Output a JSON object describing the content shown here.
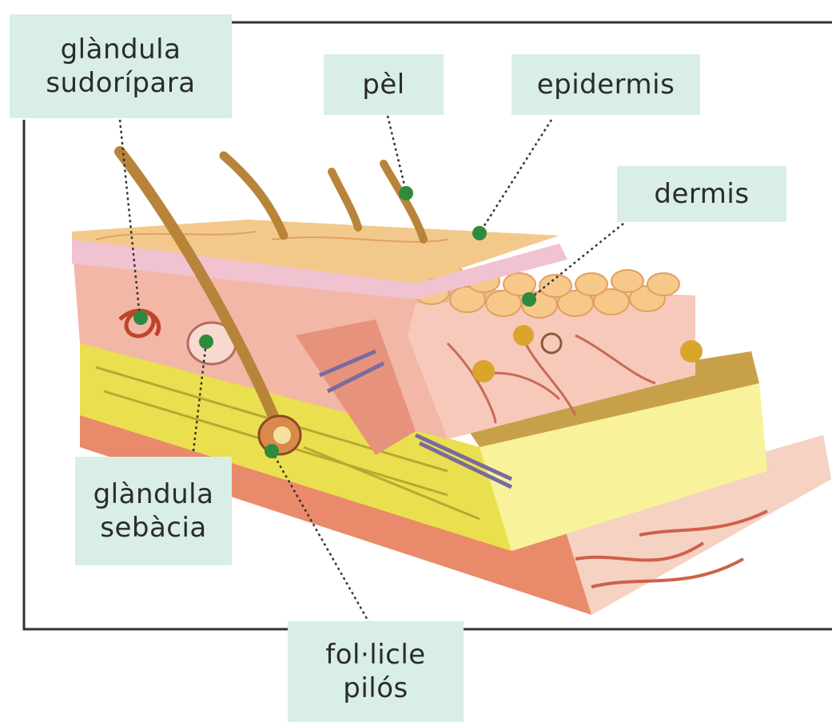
{
  "labels": {
    "sweat_gland": {
      "line1": "glàndula",
      "line2": "sudorípara"
    },
    "hair": {
      "line1": "pèl"
    },
    "epidermis": {
      "line1": "epidermis"
    },
    "dermis": {
      "line1": "dermis"
    },
    "sebaceous_gland": {
      "line1": "glàndula",
      "line2": "sebàcia"
    },
    "hair_follicle": {
      "line1": "fol·licle",
      "line2": "pilós"
    }
  },
  "colors": {
    "label_bg": "#d8eee6",
    "marker": "#2e8b3e",
    "epidermis": "#f3c98b",
    "dermis": "#f2b7a6",
    "fat": "#f4ec6a",
    "muscle": "#e98a6a",
    "frame": "#333333"
  }
}
